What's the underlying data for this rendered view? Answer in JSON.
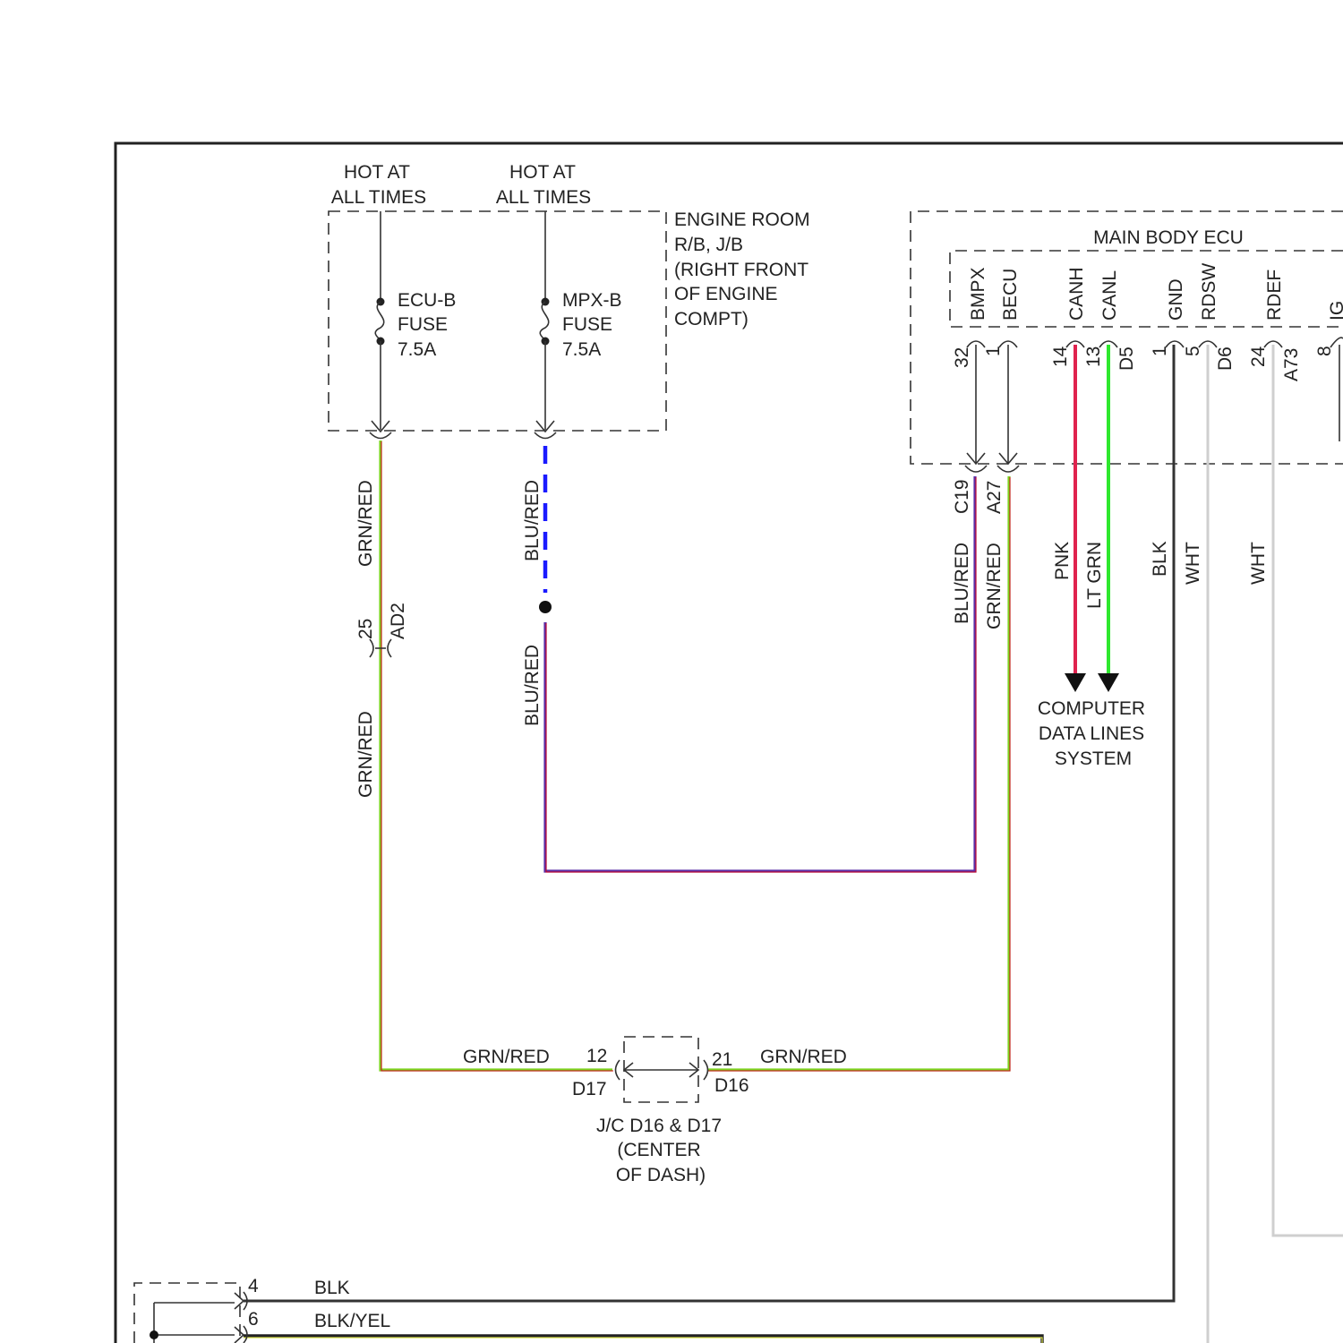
{
  "fuse_box": {
    "hot1": [
      "HOT AT",
      "ALL TIMES"
    ],
    "hot2": [
      "HOT AT",
      "ALL TIMES"
    ],
    "name": [
      "ENGINE ROOM",
      "R/B, J/B",
      "(RIGHT FRONT",
      "OF ENGINE",
      "COMPT)"
    ],
    "fuse1": [
      "ECU-B",
      "FUSE",
      "7.5A"
    ],
    "fuse2": [
      "MPX-B",
      "FUSE",
      "7.5A"
    ]
  },
  "ecu": {
    "title": "MAIN BODY ECU",
    "pins": [
      "BMPX",
      "BECU",
      "CANH",
      "CANL",
      "GND",
      "RDSW",
      "RDEF",
      "IG"
    ],
    "pin_numbers": [
      "32",
      "1",
      "14",
      "13",
      "1",
      "5",
      "24",
      "8"
    ],
    "connectors": [
      "D5",
      "D6",
      "A73",
      "C19",
      "A27"
    ]
  },
  "wires": {
    "grn_red": "GRN/RED",
    "blu_red": "BLU/RED",
    "pnk": "PNK",
    "lt_grn": "LT GRN",
    "blk": "BLK",
    "wht": "WHT",
    "blk_yel": "BLK/YEL"
  },
  "connectors": {
    "ad2_pin": "25",
    "ad2": "AD2",
    "d17_pin": "12",
    "d17": "D17",
    "d16_pin": "21",
    "d16": "D16",
    "bottom_pin4": "4",
    "bottom_pin6": "6"
  },
  "junction": {
    "label": [
      "J/C D16 & D17",
      "(CENTER",
      "OF DASH)"
    ]
  },
  "destination": {
    "label": [
      "COMPUTER",
      "DATA LINES",
      "SYSTEM"
    ]
  },
  "colors": {
    "grn": "#7ed321",
    "red": "#d0021b",
    "blu": "#1a1aff",
    "purple": "#5b2fa8",
    "pnk": "#e0234e",
    "ltgrn": "#2ee82e",
    "blk": "#333333",
    "wht": "#cfcfcf"
  }
}
